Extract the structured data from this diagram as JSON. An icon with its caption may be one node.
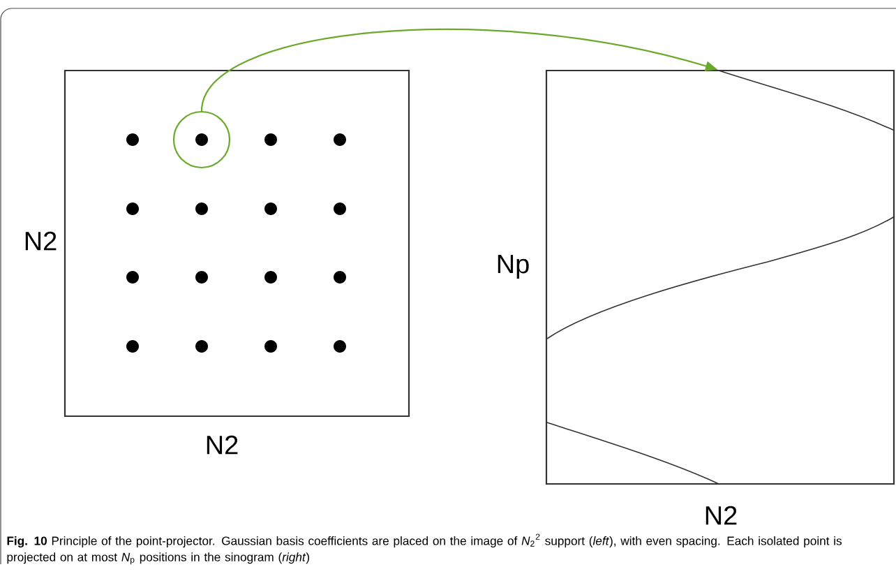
{
  "diagram": {
    "caption": "**Fig. 10** Principle of the point-projector. Gaussian basis coefficients are placed on the image of *N*$_{2}$$^{2}$ support (*left*), with even spacing. Each isolated point is projected on at most *N*$_{p}$ positions in the sinogram (*right*)",
    "nodes": [
      {
        "text": [],
        "shape": "box",
        "beside": [
          "N2",
          "N2"
        ]
      },
      {
        "text": [],
        "shape": "circle",
        "in": 0
      },
      {
        "text": [],
        "shape": "box",
        "beside": [
          "Np",
          "N2"
        ]
      }
    ],
    "edges": [
      {
        "from": 1,
        "to": 2,
        "arrow": "to",
        "color": "#6aaa2a"
      }
    ]
  }
}
